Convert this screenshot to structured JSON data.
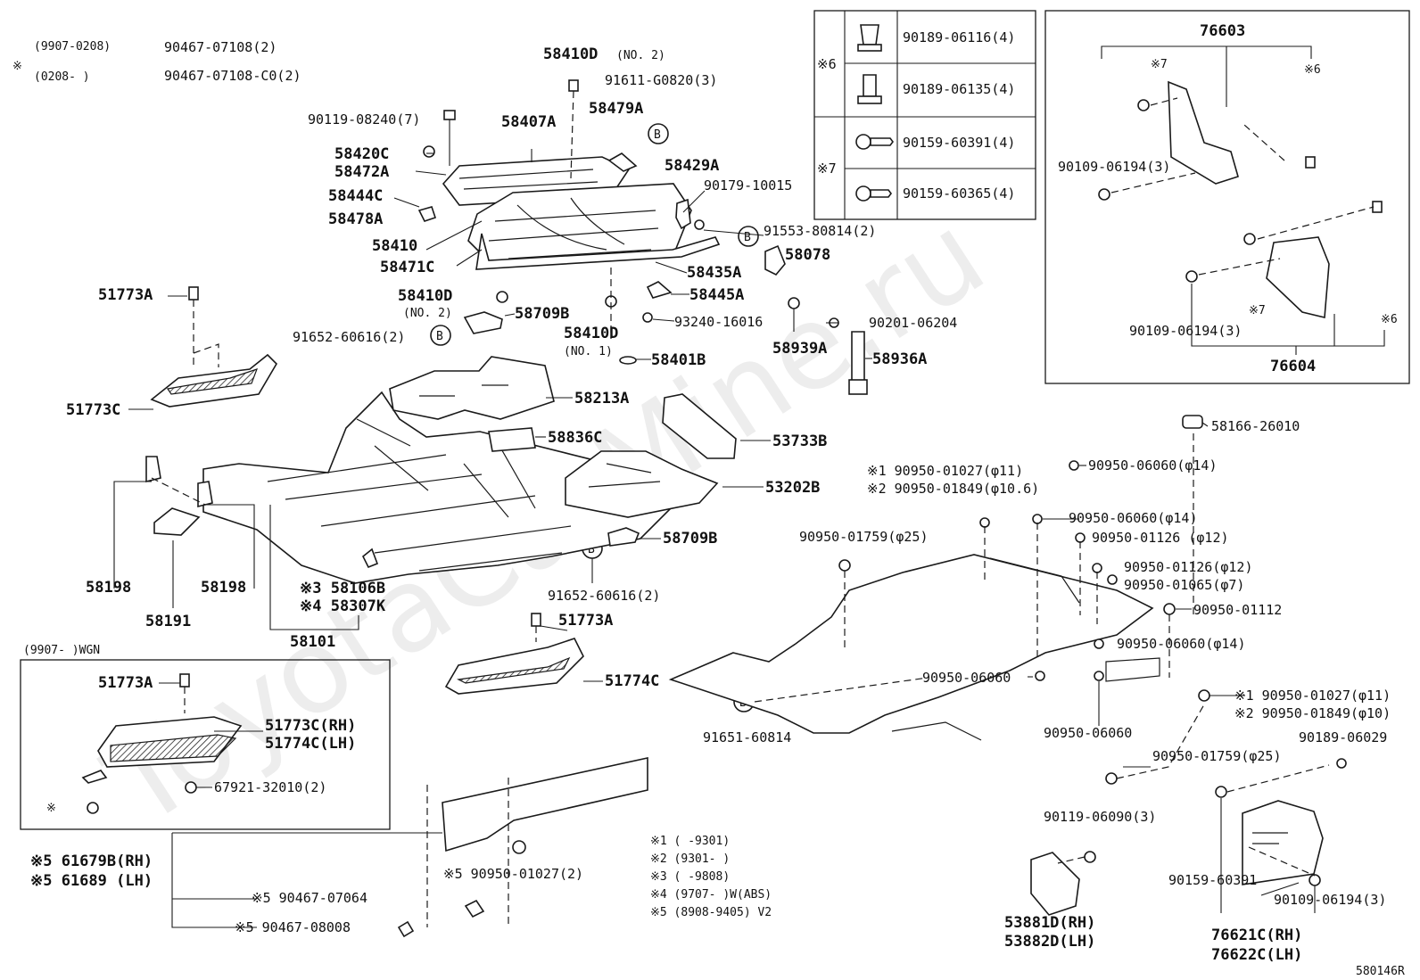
{
  "diagram_code": "580146R",
  "watermark": "ToyotaCarMine.ru",
  "top_note": {
    "sym": "※",
    "line1_range": "(9907-0208)",
    "line1_part": "90467-07108(2)",
    "line2_range": "(0208-     )",
    "line2_part": "90467-07108-C0(2)"
  },
  "fastener_table": {
    "rows": [
      {
        "group": "※6",
        "part": "90189-06116(4)",
        "icon": "clip-nut-icon"
      },
      {
        "group": "",
        "part": "90189-06135(4)",
        "icon": "clip-nut-long-icon"
      },
      {
        "group": "※7",
        "part": "90159-60391(4)",
        "icon": "screw-icon"
      },
      {
        "group": "",
        "part": "90159-60365(4)",
        "icon": "screw-icon"
      }
    ]
  },
  "inset_right": {
    "top": "76603",
    "bottom": "76604",
    "s7a": "※7",
    "s6a": "※6",
    "s7b": "※7",
    "s6b": "※6",
    "bolt_a": "90109-06194(3)",
    "bolt_b": "90109-06194(3)"
  },
  "inset_wgn": {
    "title": "(9907-      )WGN",
    "clip": "51773A",
    "rh": "51773C(RH)",
    "lh": "51774C(LH)",
    "clip2": "67921-32010(2)",
    "sym": "※"
  },
  "notes": [
    "※1 (      -9301)",
    "※2 (9301-      )",
    "※3 (      -9808)",
    "※4 (9707-      )W(ABS)",
    "※5 (8908-9405) V2"
  ],
  "labels": {
    "l58410D_no2_top": "58410D",
    "l_no2_top": "(NO. 2)",
    "l91611": "91611-G0820(3)",
    "l90119_08240": "90119-08240(7)",
    "l58407A": "58407A",
    "l58479A": "58479A",
    "l58420C": "58420C",
    "l58472A": "58472A",
    "l58429A": "58429A",
    "l90179": "90179-10015",
    "l58444C": "58444C",
    "l58478A": "58478A",
    "l91553": "91553-80814(2)",
    "l58410": "58410",
    "l58078": "58078",
    "l58471C": "58471C",
    "l58435A": "58435A",
    "l58410D_no2": "58410D",
    "l_no2": "(NO. 2)",
    "l58445A": "58445A",
    "l58709B_top": "58709B",
    "l93240": "93240-16016",
    "l90201": "90201-06204",
    "l91652_top": "91652-60616(2)",
    "l58410D_no1": "58410D",
    "l_no1": "(NO. 1)",
    "l58939A": "58939A",
    "l58401B": "58401B",
    "l58936A": "58936A",
    "l51773A_top": "51773A",
    "l51773C": "51773C",
    "l58213A": "58213A",
    "l58836C": "58836C",
    "l53733B": "53733B",
    "l53202B": "53202B",
    "l58709B": "58709B",
    "l91652": "91652-60616(2)",
    "l58198a": "58198",
    "l58198b": "58198",
    "l58191": "58191",
    "l58106B": "※3 58106B",
    "l58307K": "※4 58307K",
    "l58101": "58101",
    "l51773A_mid": "51773A",
    "l51774C": "51774C",
    "l58166": "58166-26010",
    "l90950_01027_s1": "※1 90950-01027(φ11)",
    "l90950_06060a": "90950-06060(φ14)",
    "l90950_01849_s2": "※2 90950-01849(φ10.6)",
    "l90950_06060b": "90950-06060(φ14)",
    "l90950_01759a": "90950-01759(φ25)",
    "l90950_01126a": "90950-01126  (φ12)",
    "l90950_01126b": "90950-01126(φ12)",
    "l90950_01065": "90950-01065(φ7)",
    "l90950_01112": "90950-01112",
    "l90950_06060c": "90950-06060(φ14)",
    "l90950_06060d": "90950-06060",
    "l90950_01027_s1b": "※1 90950-01027(φ11)",
    "l90950_01849_s2b": "※2 90950-01849(φ10)",
    "l91651": "91651-60814",
    "l90950_06060e": "90950-06060",
    "l90950_01759b": "90950-01759(φ25)",
    "l90189_06029": "90189-06029",
    "l90119_06090": "90119-06090(3)",
    "l90159_60391": "90159-60391",
    "l90109_06194": "90109-06194(3)",
    "l53881D": "53881D(RH)",
    "l53882D": "53882D(LH)",
    "l76621C": "76621C(RH)",
    "l76622C": "76622C(LH)",
    "l61679B": "※5 61679B(RH)",
    "l61689": "※5 61689  (LH)",
    "l90467_07064": "※5 90467-07064",
    "l90467_08008": "※5 90467-08008",
    "l90950_01027_s5": "※5 90950-01027(2)",
    "ref_B": "B"
  }
}
